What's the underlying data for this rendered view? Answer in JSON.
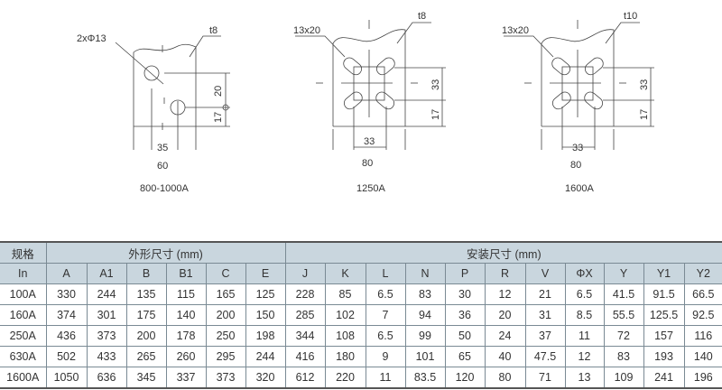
{
  "drawings": [
    {
      "caption": "800-1000A",
      "hole_label": "2xΦ13",
      "thickness": "t8",
      "dim_v1": "20",
      "dim_v2": "17",
      "dim_h1": "35",
      "dim_h2": "60"
    },
    {
      "caption": "1250A",
      "hole_label": "13x20",
      "thickness": "t8",
      "dim_v1": "33",
      "dim_v2": "17",
      "dim_h1": "33",
      "dim_h2": "80"
    },
    {
      "caption": "1600A",
      "hole_label": "13x20",
      "thickness": "t10",
      "dim_v1": "33",
      "dim_v2": "17",
      "dim_h1": "33",
      "dim_h2": "80"
    }
  ],
  "table": {
    "group_headers": {
      "spec": "规格",
      "outline": "外形尺寸 (mm)",
      "install": "安装尺寸 (mm)"
    },
    "columns": [
      "In",
      "A",
      "A1",
      "B",
      "B1",
      "C",
      "E",
      "J",
      "K",
      "L",
      "N",
      "P",
      "R",
      "V",
      "ΦX",
      "Y",
      "Y1",
      "Y2"
    ],
    "rows": [
      [
        "100A",
        "330",
        "244",
        "135",
        "115",
        "165",
        "125",
        "228",
        "85",
        "6.5",
        "83",
        "30",
        "12",
        "21",
        "6.5",
        "41.5",
        "91.5",
        "66.5"
      ],
      [
        "160A",
        "374",
        "301",
        "175",
        "140",
        "200",
        "150",
        "285",
        "102",
        "7",
        "94",
        "36",
        "20",
        "31",
        "8.5",
        "55.5",
        "125.5",
        "92.5"
      ],
      [
        "250A",
        "436",
        "373",
        "200",
        "178",
        "250",
        "198",
        "344",
        "108",
        "6.5",
        "99",
        "50",
        "24",
        "37",
        "11",
        "72",
        "157",
        "116"
      ],
      [
        "630A",
        "502",
        "433",
        "265",
        "260",
        "295",
        "244",
        "416",
        "180",
        "9",
        "101",
        "65",
        "40",
        "47.5",
        "12",
        "83",
        "193",
        "140"
      ],
      [
        "1600A",
        "1050",
        "636",
        "345",
        "337",
        "373",
        "320",
        "612",
        "220",
        "11",
        "83.5",
        "120",
        "80",
        "71",
        "13",
        "109",
        "241",
        "196"
      ]
    ]
  }
}
